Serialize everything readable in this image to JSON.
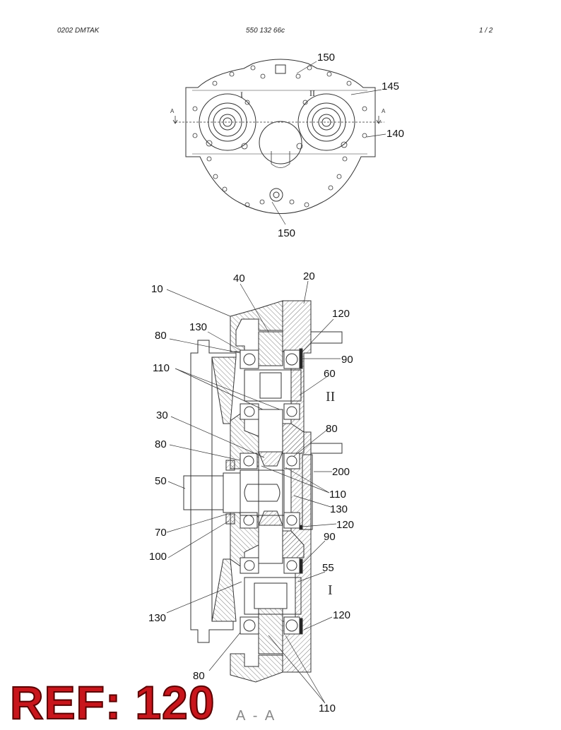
{
  "header": {
    "left": "0202 DMTAK",
    "center": "550 132 66c",
    "right": "1 /   2"
  },
  "top_view": {
    "labels": [
      "150",
      "145",
      "140",
      "150"
    ],
    "shaft_marks": [
      "I",
      "II"
    ],
    "section_marks": [
      "A",
      "A"
    ]
  },
  "section_view": {
    "labels": {
      "l10": "10",
      "l40": "40",
      "l20": "20",
      "l120a": "120",
      "l130a": "130",
      "l80a": "80",
      "l90a": "90",
      "l110a": "110",
      "l60": "60",
      "l30": "30",
      "l80b": "80",
      "l80c": "80",
      "l50": "50",
      "l200": "200",
      "l110b": "110",
      "l130b": "130",
      "l70": "70",
      "l120b": "120",
      "l100": "100",
      "l90b": "90",
      "l55": "55",
      "l130c": "130",
      "l120c": "120",
      "l80d": "80",
      "l110c": "110"
    },
    "shaft_marks": {
      "upper": "II",
      "lower": "I"
    },
    "section_caption": "A - A"
  },
  "reference": "REF: 120"
}
